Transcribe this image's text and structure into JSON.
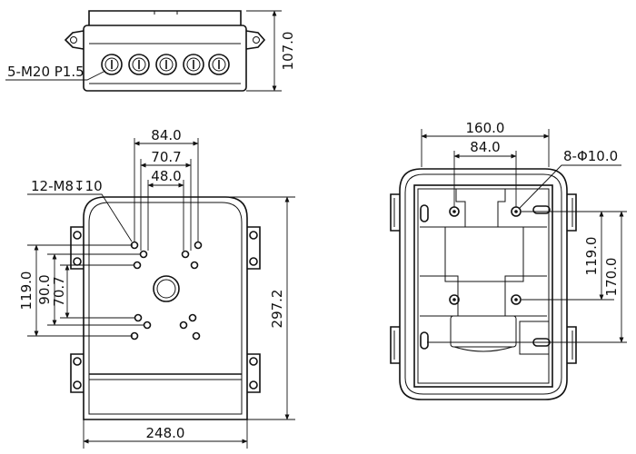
{
  "top_view": {
    "callout": "5-M20 P1.5",
    "height_dim": "107.0",
    "gland_count": 5
  },
  "front_view": {
    "hole_callout": "12-M8↧10",
    "dim_84": "84.0",
    "dim_70_7_h": "70.7",
    "dim_48": "48.0",
    "dim_119": "119.0",
    "dim_90": "90.0",
    "dim_70_7_v": "70.7",
    "dim_297_2": "297.2",
    "dim_248": "248.0"
  },
  "back_view": {
    "dim_160": "160.0",
    "dim_84": "84.0",
    "hole_callout": "8-Φ10.0",
    "dim_119": "119.0",
    "dim_170": "170.0"
  }
}
